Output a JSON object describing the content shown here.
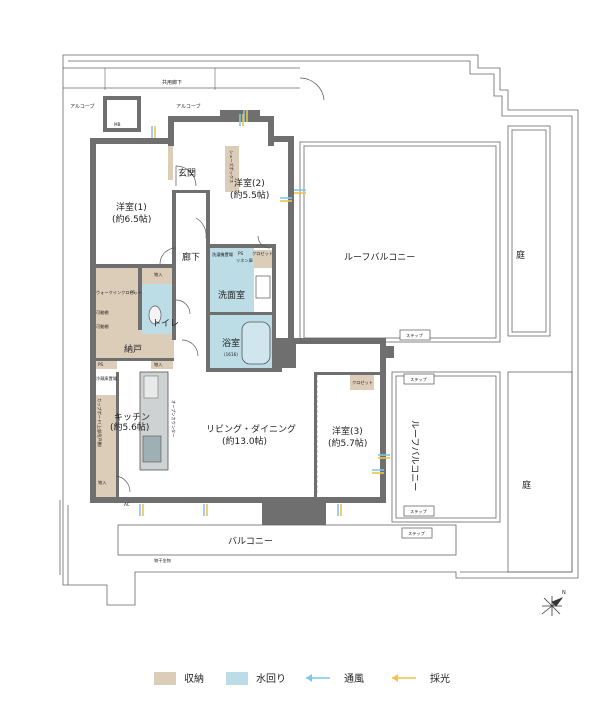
{
  "labels": {
    "kyoyo_rouka": "共用廊下",
    "alcove_left": "アルコーブ",
    "alcove_mid": "アルコーブ",
    "mb": "MB",
    "shoe_box": "シューズボックス",
    "genkan": "玄関",
    "youshitsu2_name": "洋室(2)",
    "youshitsu2_size": "(約5.5帖)",
    "youshitsu1_name": "洋室(1)",
    "youshitsu1_size": "(約6.5帖)",
    "rouka": "廊下",
    "closet_2": "クロゼット",
    "ps_a": "PS",
    "washer": "洗濯機置場",
    "linen": "リネン庫",
    "senmenshitsu": "洗面室",
    "nyuka_top": "物入",
    "walkin": "ウォークインクロゼット",
    "ps_b": "PS",
    "toilet": "トイレ",
    "kake1": "可動棚",
    "kake2": "可動棚",
    "yokushitsu": "浴室",
    "yokushitsu_size": "(1616)",
    "nando": "納戸",
    "ps_c": "PS",
    "nyuka_mid": "物入",
    "ref": "冷蔵庫置場",
    "kitchen": "キッチン",
    "kitchen_size": "(約5.6帖)",
    "cupboard": "カップボード(上部吊戸棚)",
    "nyuka_bottom": "物入",
    "open_counter": "オープンカウンター",
    "living": "リビング・ダイニング",
    "living_size": "(約13.0帖)",
    "closet_3": "クロゼット",
    "youshitsu3_name": "洋室(3)",
    "youshitsu3_size": "(約5.7帖)",
    "roof_balcony_1": "ルーフバルコニー",
    "roof_balcony_2": "ルーフバルコニー",
    "step_1": "ステップ",
    "step_2": "ステップ",
    "step_3": "ステップ",
    "step_4": "ステップ",
    "niwa_1": "庭",
    "niwa_2": "庭",
    "balcony": "バルコニー",
    "bottom_small": "物干金物",
    "ac": "AC"
  },
  "legend": [
    {
      "label": "収納",
      "kind": "swatch",
      "color": "#dccdb8"
    },
    {
      "label": "水回り",
      "kind": "swatch",
      "color": "#bcdce6"
    },
    {
      "label": "通風",
      "kind": "line",
      "color": "#7ec8e8"
    },
    {
      "label": "採光",
      "kind": "line",
      "color": "#f2c24a"
    }
  ],
  "compass": {
    "label": "N"
  },
  "colors": {
    "wall": "#6f6f6f",
    "storage": "#dccdb8",
    "water": "#bcdce6",
    "wind": "#7ec8e8",
    "light": "#f2c24a",
    "counter": "#cfd2d2",
    "line": "#555555"
  }
}
